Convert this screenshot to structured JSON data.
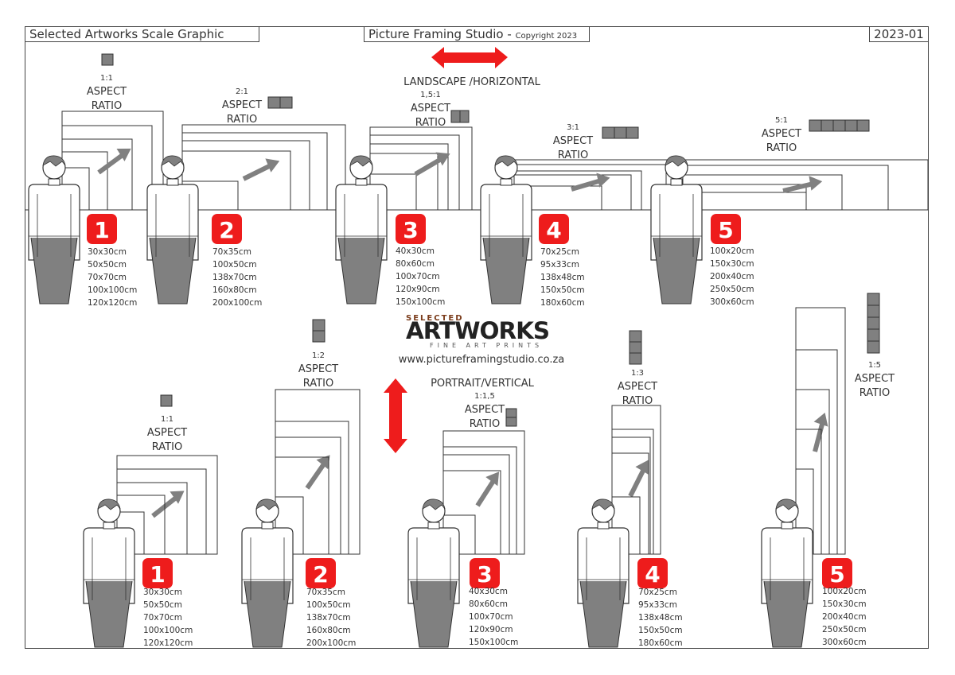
{
  "header": {
    "left_title": "Selected Artworks Scale Graphic",
    "center_title": "Picture Framing Studio - ",
    "copyright": "Copyright 2023",
    "code": "2023-01"
  },
  "orientations": {
    "landscape_label": "LANDSCAPE /HORIZONTAL",
    "portrait_label": "PORTRAIT/VERTICAL"
  },
  "brand": {
    "kicker": "SELECTED",
    "name": "ARTWORKS",
    "tagline": "FINE ART PRINTS",
    "url": "www.pictureframingstudio.co.za"
  },
  "aspect_word": "ASPECT",
  "ratio_word": "RATIO",
  "colors": {
    "badge": "#ee1c1c",
    "arrow": "#ee1c1c",
    "figure": "#808080",
    "outline": "#333333"
  },
  "landscape_groups": [
    {
      "number": "1",
      "ratio": "1:1",
      "sizes": [
        "30x30cm",
        "50x50cm",
        "70x70cm",
        "100x100cm",
        "120x120cm"
      ]
    },
    {
      "number": "2",
      "ratio": "2:1",
      "sizes": [
        "70x35cm",
        "100x50cm",
        "138x70cm",
        "160x80cm",
        "200x100cm"
      ]
    },
    {
      "number": "3",
      "ratio": "1,5:1",
      "sizes": [
        "40x30cm",
        "80x60cm",
        "100x70cm",
        "120x90cm",
        "150x100cm"
      ]
    },
    {
      "number": "4",
      "ratio": "3:1",
      "sizes": [
        "70x25cm",
        "95x33cm",
        "138x48cm",
        "150x50cm",
        "180x60cm"
      ]
    },
    {
      "number": "5",
      "ratio": "5:1",
      "sizes": [
        "100x20cm",
        "150x30cm",
        "200x40cm",
        "250x50cm",
        "300x60cm"
      ]
    }
  ],
  "portrait_groups": [
    {
      "number": "1",
      "ratio": "1:1",
      "sizes": [
        "30x30cm",
        "50x50cm",
        "70x70cm",
        "100x100cm",
        "120x120cm"
      ]
    },
    {
      "number": "2",
      "ratio": "1:2",
      "sizes": [
        "70x35cm",
        "100x50cm",
        "138x70cm",
        "160x80cm",
        "200x100cm"
      ]
    },
    {
      "number": "3",
      "ratio": "1:1,5",
      "sizes": [
        "40x30cm",
        "80x60cm",
        "100x70cm",
        "120x90cm",
        "150x100cm"
      ]
    },
    {
      "number": "4",
      "ratio": "1:3",
      "sizes": [
        "70x25cm",
        "95x33cm",
        "138x48cm",
        "150x50cm",
        "180x60cm"
      ]
    },
    {
      "number": "5",
      "ratio": "1:5",
      "sizes": [
        "100x20cm",
        "150x30cm",
        "200x40cm",
        "250x50cm",
        "300x60cm"
      ]
    }
  ]
}
